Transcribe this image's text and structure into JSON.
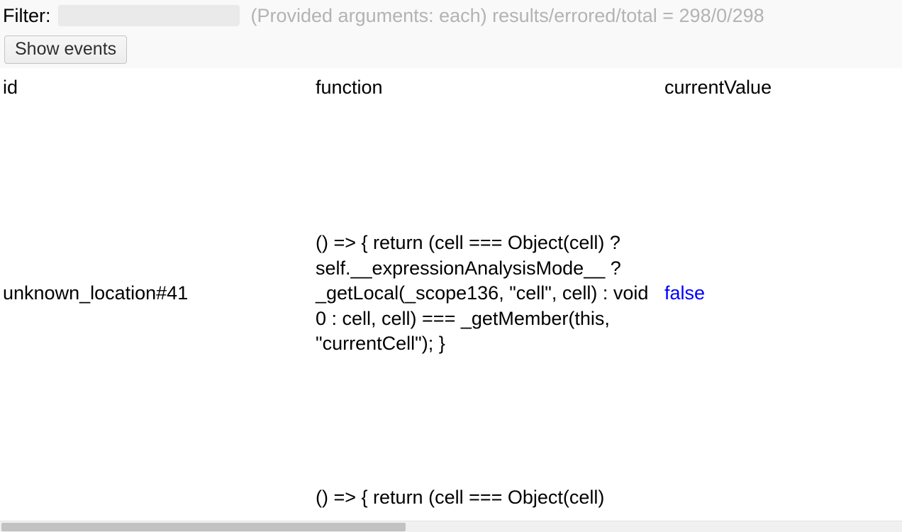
{
  "toolbar": {
    "filter_label": "Filter:",
    "filter_value": "",
    "filter_placeholder": "",
    "status": "(Provided arguments: each) results/errored/total = 298/0/298",
    "show_events_label": "Show events"
  },
  "table": {
    "columns": [
      "id",
      "function",
      "currentValue"
    ],
    "rows": [
      {
        "id": "unknown_location#41",
        "function": "() => { return (cell === Object(cell) ? self.__expressionAnalysisMode__ ? _getLocal(_scope136, \"cell\", cell) : void 0 : cell, cell) === _getMember(this, \"currentCell\"); }",
        "currentValue": "false",
        "currentValue_color": "#0000ff"
      },
      {
        "id": "",
        "function": "() => { return (cell === Object(cell)",
        "currentValue": "",
        "currentValue_color": "#0000ff"
      }
    ]
  },
  "scrollbar": {
    "orientation": "horizontal",
    "thumb_percent": 45
  },
  "colors": {
    "toolbar_background": "#f9f9f9",
    "status_text": "#b3b3b3",
    "value_literal": "#0000ff",
    "scrollbar_thumb": "#c2c2c2"
  }
}
